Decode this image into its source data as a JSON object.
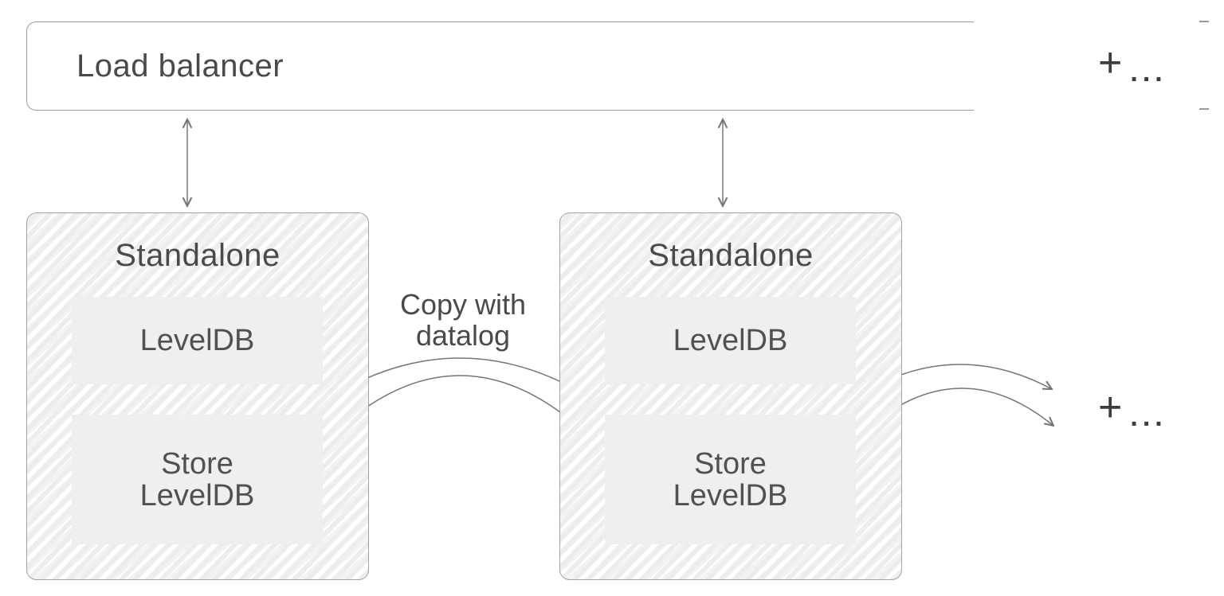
{
  "load_balancer": {
    "label": "Load balancer",
    "more_plus": "+",
    "more_dots": "..."
  },
  "standalones": {
    "left": {
      "title": "Standalone",
      "leveldb_label": "LevelDB",
      "store_line1": "Store",
      "store_line2": "LevelDB"
    },
    "right": {
      "title": "Standalone",
      "leveldb_label": "LevelDB",
      "store_line1": "Store",
      "store_line2": "LevelDB"
    }
  },
  "copy_label": {
    "line1": "Copy with",
    "line2": "datalog"
  },
  "more_standalones": {
    "plus": "+",
    "dots": "..."
  },
  "colors": {
    "background": "#ffffff",
    "box_border": "#9e9e9e",
    "inner_box_fill": "#efefef",
    "hatch_stripe": "#ededed",
    "text": "#4a4a4d",
    "arrow": "#757575"
  }
}
